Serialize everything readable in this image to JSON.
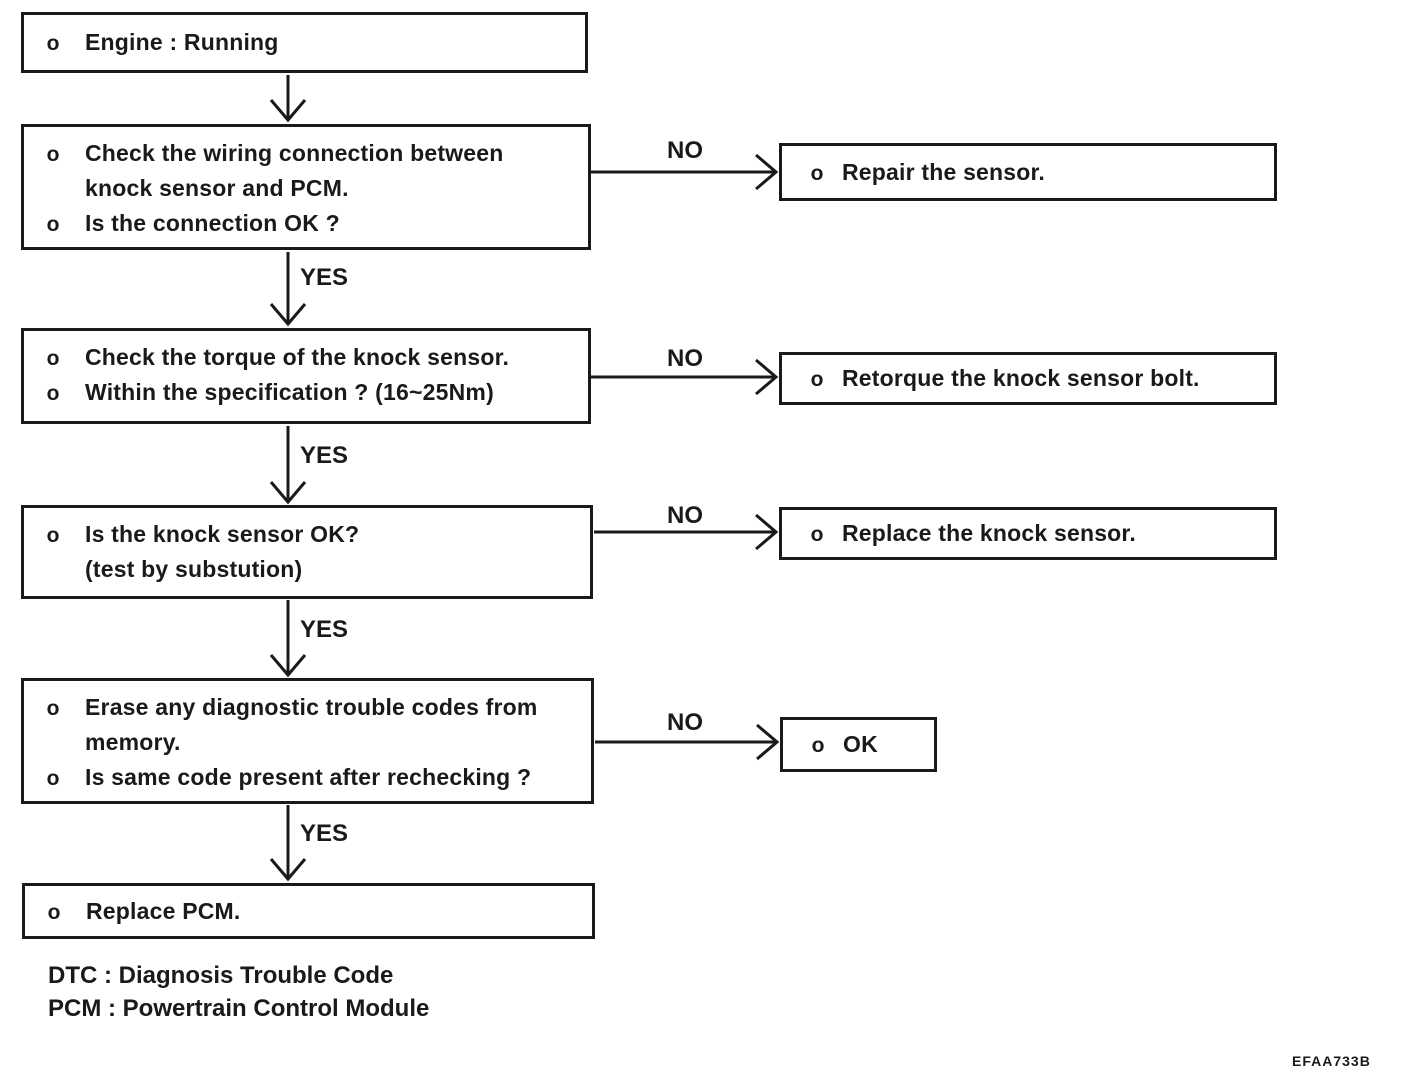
{
  "page": {
    "background": "#ffffff",
    "ink": "#1a1a1a"
  },
  "diagram": {
    "bullet": "o",
    "labels": {
      "yes": "YES",
      "no": "NO"
    },
    "steps": {
      "engine": {
        "line1": "Engine : Running"
      },
      "wiring": {
        "line1": "Check the wiring connection between",
        "line2": "knock sensor and PCM.",
        "line3": "Is the connection OK ?"
      },
      "torque": {
        "line1": "Check the torque of the knock sensor.",
        "line2": "Within the specification ? (16~25Nm)"
      },
      "sensor": {
        "line1": "Is the knock sensor OK?",
        "line2": "(test by substution)"
      },
      "erase": {
        "line1": "Erase any diagnostic trouble codes from",
        "line2": "memory.",
        "line3": "Is same code present after rechecking ?"
      },
      "replace_pcm": {
        "line1": "Replace PCM."
      }
    },
    "actions": {
      "repair_sensor": "Repair the sensor.",
      "retorque_bolt": "Retorque the knock sensor bolt.",
      "replace_sensor": "Replace the knock sensor.",
      "ok": "OK"
    },
    "footnotes": {
      "dtc": "DTC : Diagnosis Trouble Code",
      "pcm": "PCM : Powertrain Control Module"
    },
    "figure_code": "EFAA733B"
  }
}
